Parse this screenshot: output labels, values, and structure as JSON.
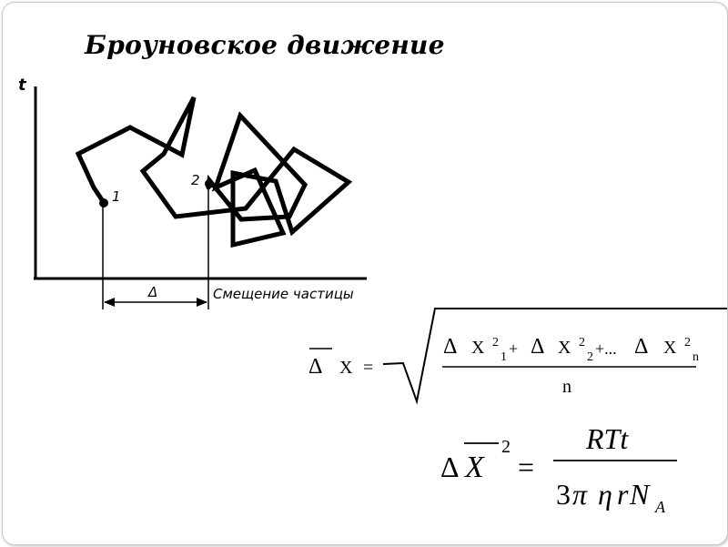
{
  "title": "Броуновское движение",
  "diagram": {
    "axis_t": "t",
    "axis_x": "Смещение частицы",
    "point_1": "1",
    "point_2": "2",
    "delta": "Δ"
  },
  "formula1": {
    "lhs_delta": "Δ",
    "lhs_x": "X",
    "equals": "=",
    "term1_delta": "Δ",
    "term1_x": "X",
    "term1_sup": "2",
    "term1_sub": "1",
    "plus1": "+",
    "term2_delta": "Δ",
    "term2_x": "X",
    "term2_sup": "2",
    "term2_sub": "2",
    "plus_dots": "+...",
    "term3_delta": "Δ",
    "term3_x": "X",
    "term3_sup": "2",
    "term3_sub": "n",
    "denominator": "n"
  },
  "formula2": {
    "lhs_delta": "Δ",
    "lhs_x": "X",
    "lhs_exp": "2",
    "equals": "=",
    "numerator": "RTt",
    "den_3": "3",
    "den_pi": "π",
    "den_eta": "η",
    "den_r": "r",
    "den_N": "N",
    "den_A": "A"
  }
}
